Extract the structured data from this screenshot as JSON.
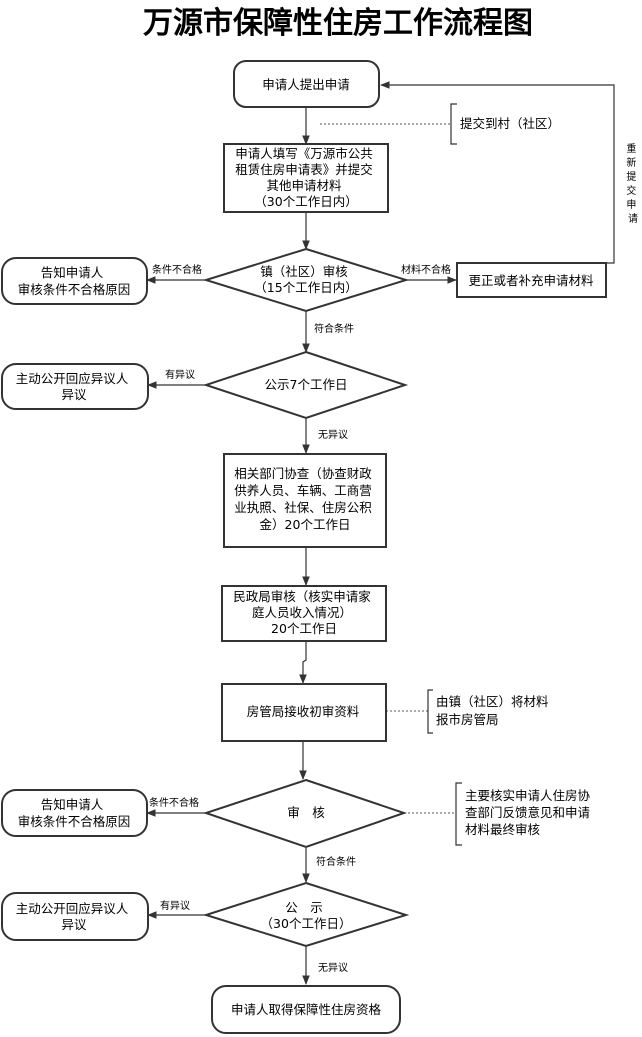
{
  "title": "万源市保障性住房工作流程图",
  "nodes": {
    "apply": "申请人提出申请",
    "fill_form": [
      "申请人填写《万源市公共",
      "租赁住房申请表》并提交",
      "其他申请材料",
      "（30个工作日内）"
    ],
    "town_review": [
      "镇（社区）审核",
      "（15个工作日内）"
    ],
    "correct": "更正或者补充申请材料",
    "notify1": [
      "告知申请人",
      "审核条件不合格原因"
    ],
    "publicize1": "公示7个工作日",
    "objection1": [
      "主动公开回应异议人",
      "异议"
    ],
    "dept_check": [
      "相关部门协查（协查财政",
      "供养人员、车辆、工商营",
      "业执照、社保、住房公积",
      "金）20个工作日"
    ],
    "civil_review": [
      "民政局审核（核实申请家",
      "庭人员收入情况）",
      "20个工作日"
    ],
    "housing_receive": "房管局接收初审资料",
    "final_review": "审　核",
    "notify2": [
      "告知申请人",
      "审核条件不合格原因"
    ],
    "publicize2": [
      "公　示",
      "（30个工作日）"
    ],
    "objection2": [
      "主动公开回应异议人",
      "异议"
    ],
    "obtain": "申请人取得保障性住房资格"
  },
  "notes": {
    "submit_village": "提交到村（社区）",
    "town_report": [
      "由镇（社区）将材料",
      "报市房管局"
    ],
    "final_review_note": [
      "主要核实申请人住房协",
      "查部门反馈意见和申请",
      "材料最终审核"
    ]
  },
  "edge_labels": {
    "cond_fail1": "条件不合格",
    "material_fail": "材料不合格",
    "meets1": "符合条件",
    "has_objection1": "有异议",
    "no_objection1": "无异议",
    "cond_fail2": "条件不合格",
    "meets2": "符合条件",
    "has_objection2": "有异议",
    "no_objection2": "无异议",
    "reapply": [
      "重",
      "新",
      "提",
      "交",
      "申",
      "请"
    ]
  }
}
